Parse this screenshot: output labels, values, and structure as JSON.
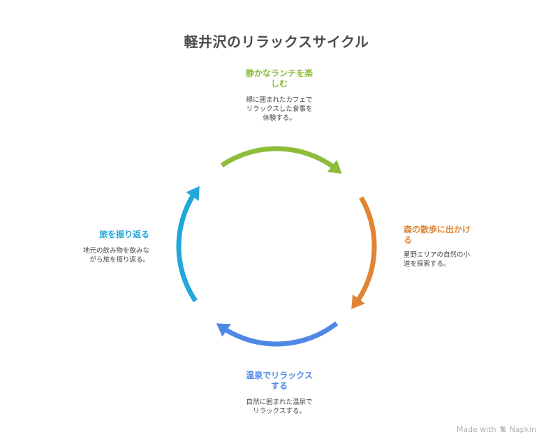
{
  "title": "軽井沢のリラックスサイクル",
  "steps": [
    {
      "id": "lunch",
      "title": "静かなランチを楽しむ",
      "title_lines": [
        "静かなランチを楽",
        "しむ"
      ],
      "desc_lines": [
        "緑に囲まれたカフェで",
        "リラックスした食事を",
        "体験する。"
      ],
      "color": "#8fbc3b"
    },
    {
      "id": "forest",
      "title": "森の散歩に出かける",
      "title_lines": [
        "森の散歩に出かけ",
        "る"
      ],
      "desc_lines": [
        "星野エリアの自然の小",
        "道を探索する。"
      ],
      "color": "#e08433"
    },
    {
      "id": "onsen",
      "title": "温泉でリラックスする",
      "title_lines": [
        "温泉でリラックス",
        "する"
      ],
      "desc_lines": [
        "自然に囲まれた温泉で",
        "リラックスする。"
      ],
      "color": "#4f87e6"
    },
    {
      "id": "reflect",
      "title": "旅を振り返る",
      "title_lines": [
        "旅を振り返る"
      ],
      "desc_lines": [
        "地元の飲み物を飲みな",
        "がら旅を振り返る。"
      ],
      "color": "#21a8d8"
    }
  ],
  "footer": {
    "made_with": "Made with",
    "brand": "Napkin",
    "icon": "napkin-logo-icon"
  }
}
